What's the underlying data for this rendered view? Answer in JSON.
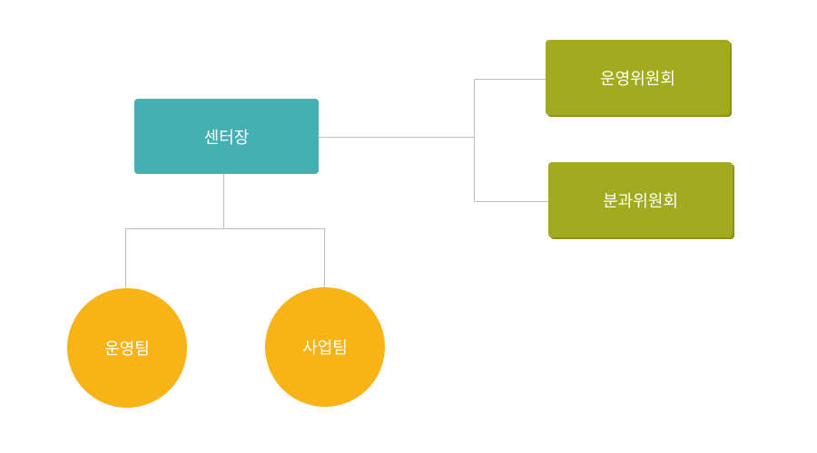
{
  "colors": {
    "head": "#43b0b3",
    "committee": "#a2ab1f",
    "committee_shadow": "#8c9119",
    "team": "#f8b316",
    "connector": "#bdbdbd"
  },
  "head": {
    "label": "센터장"
  },
  "committees": [
    {
      "label": "운영위원회"
    },
    {
      "label": "분과위원회"
    }
  ],
  "teams": [
    {
      "label": "운영팀"
    },
    {
      "label": "사업팀"
    }
  ]
}
